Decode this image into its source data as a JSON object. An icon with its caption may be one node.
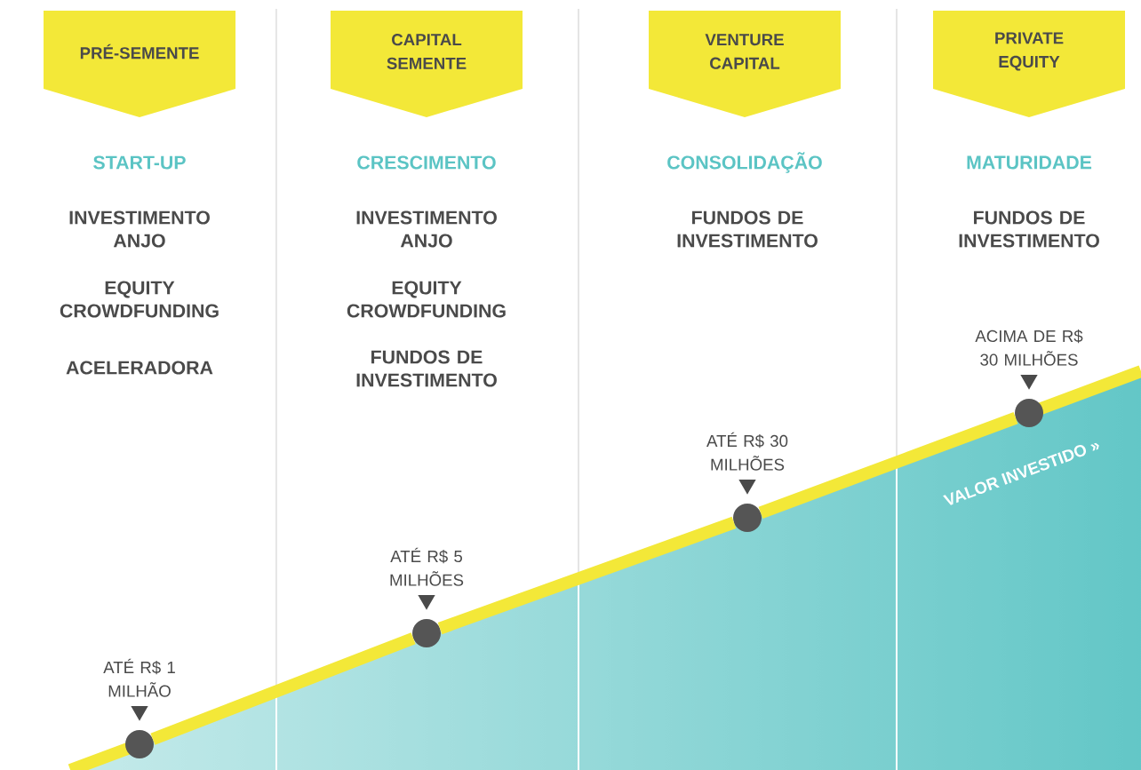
{
  "diagram": {
    "nodes": [
      {
        "text": [
          "PRÉ-SEMENTE"
        ]
      },
      {
        "text": [
          "CAPITAL SEMENTE"
        ]
      },
      {
        "text": [
          "VENTURE CAPITAL"
        ]
      },
      {
        "text": [
          "PRIVATE EQUITY"
        ]
      },
      {
        "text": [
          "ATÉ R$ 1 MILHÃO"
        ]
      },
      {
        "text": [
          "ATÉ R$ 5 MILHÕES"
        ]
      },
      {
        "text": [
          "ATÉ R$ 30 MILHÕES"
        ]
      },
      {
        "text": [
          "ACIMA DE R$ 30 MILHÕES"
        ]
      },
      {
        "text": [],
        "shape": "circle"
      },
      {
        "text": [],
        "shape": "circle"
      },
      {
        "text": [],
        "shape": "circle"
      },
      {
        "text": [],
        "shape": "circle"
      }
    ],
    "edges": [
      {
        "from": 4,
        "to": 8,
        "arrow": "to",
        "color": "#4a4a4a"
      },
      {
        "from": 5,
        "to": 9,
        "arrow": "to",
        "color": "#4a4a4a"
      },
      {
        "from": 6,
        "to": 10,
        "arrow": "to",
        "color": "#4a4a4a"
      },
      {
        "from": 7,
        "to": 11,
        "arrow": "to",
        "color": "#4a4a4a"
      },
      {
        "from": 8,
        "to": 9,
        "arrow": "none",
        "color": "#f3e838"
      },
      {
        "from": 9,
        "to": 10,
        "arrow": "none",
        "color": "#f3e838"
      },
      {
        "from": 10,
        "to": 11,
        "arrow": "none",
        "color": "#f3e838"
      }
    ],
    "labels": [
      "START-UP",
      "CRESCIMENTO",
      "CONSOLIDAÇÃO",
      "MATURIDADE",
      "INVESTIMENTO ANJO",
      "INVESTIMENTO ANJO",
      "FUNDOS DE INVESTIMENTO",
      "FUNDOS DE INVESTIMENTO",
      "EQUITY CROWDFUNDING",
      "EQUITY CROWDFUNDING",
      "ACELERADORA",
      "FUNDOS DE INVESTIMENTO",
      "VALOR INVESTIDO »"
    ]
  }
}
